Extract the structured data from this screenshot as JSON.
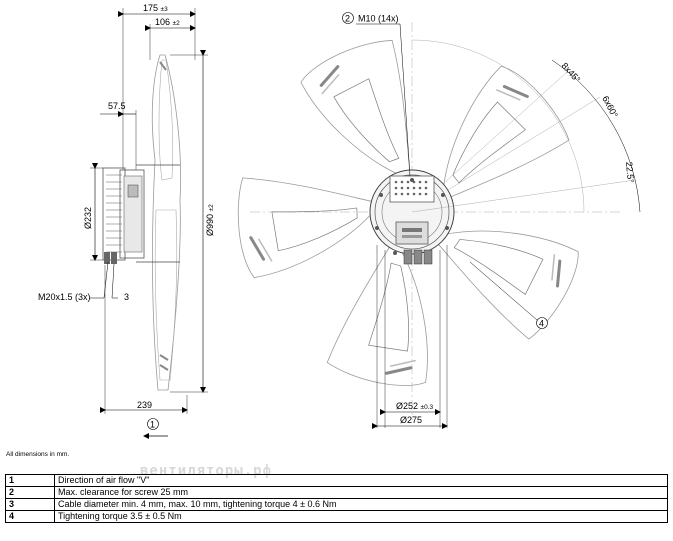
{
  "dimensions": {
    "width_total": "175",
    "width_total_tol": "±3",
    "depth_blade": "106",
    "depth_blade_tol": "±2",
    "offset_57": "57.5",
    "motor_dia": "Ø232",
    "overall_dia": "Ø990",
    "overall_dia_tol": "±2",
    "cable_gland": "M20x1.5 (3x)",
    "depth_239": "239",
    "screw_thread": "M10 (14x)",
    "angle_8x45": "8x45°",
    "angle_6x60": "6x60°",
    "angle_22_5": "22.5°",
    "bolt_circle": "Ø252",
    "bolt_circle_tol": "±0.3",
    "flange_dia": "Ø275"
  },
  "callouts": {
    "c1": "1",
    "c2": "2",
    "c3": "3",
    "c4": "4"
  },
  "note": "All dimensions in mm.",
  "watermark": "вентиляторы.рф",
  "legend": [
    {
      "num": "1",
      "text": "Direction of air flow \"V\""
    },
    {
      "num": "2",
      "text": "Max. clearance for screw 25 mm"
    },
    {
      "num": "3",
      "text": "Cable diameter min. 4 mm, max. 10 mm, tightening torque 4 ± 0.6 Nm"
    },
    {
      "num": "4",
      "text": "Tightening torque 3.5 ± 0.5 Nm"
    }
  ]
}
